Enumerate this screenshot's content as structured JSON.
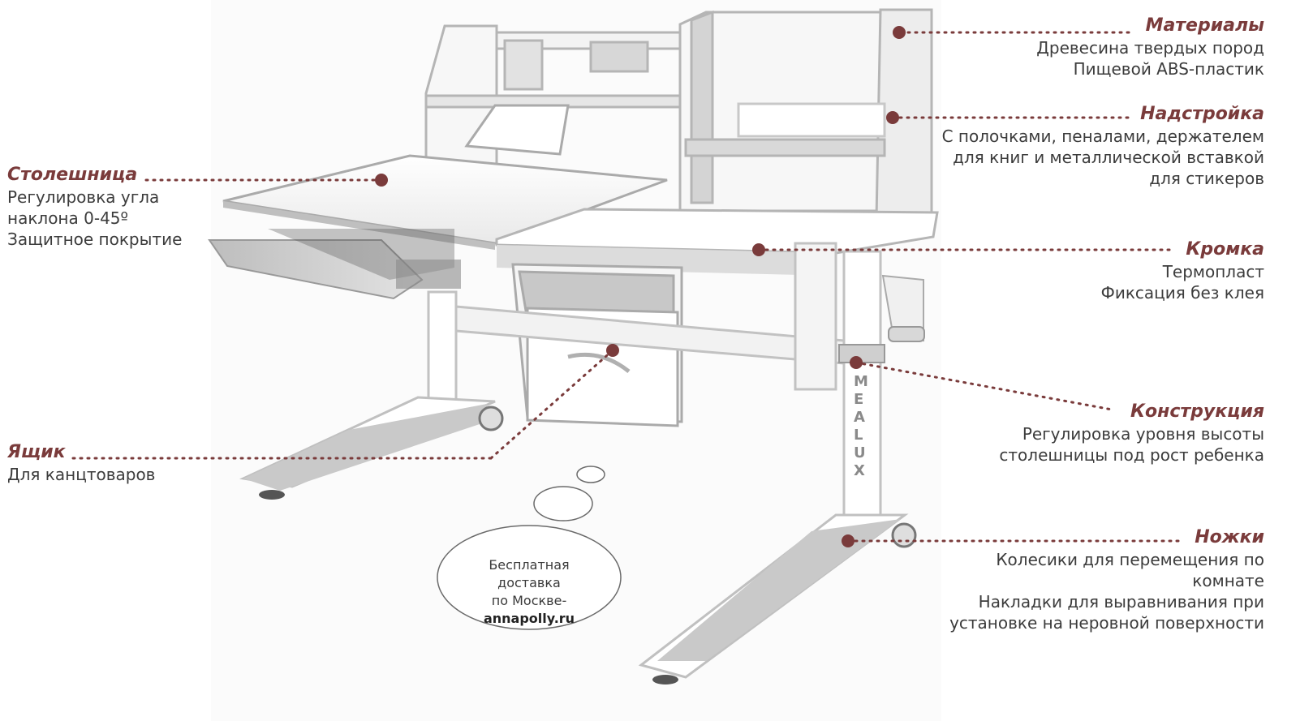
{
  "annotations": {
    "materials": {
      "title": "Материалы",
      "lines": [
        "Древесина твердых пород",
        "Пищевой ABS-пластик"
      ]
    },
    "superstructure": {
      "title": "Надстройка",
      "lines": [
        "С полочками, пеналами, держателем",
        "для книг и металлической вставкой",
        "для стикеров"
      ]
    },
    "tabletop": {
      "title": "Столешница",
      "lines": [
        "Регулировка угла",
        "наклона 0-45º",
        "Защитное покрытие"
      ]
    },
    "edge": {
      "title": "Кромка",
      "lines": [
        "Термопласт",
        "Фиксация без клея"
      ]
    },
    "construction": {
      "title": "Конструкция",
      "lines": [
        "Регулировка уровня высоты",
        "столешницы под рост ребенка"
      ]
    },
    "drawer": {
      "title": "Ящик",
      "lines": [
        "Для канцтоваров"
      ]
    },
    "legs": {
      "title": "Ножки",
      "lines": [
        "Колесики для перемещения по",
        "комнате",
        "Накладки для выравнивания при",
        "установке на неровной поверхности"
      ]
    }
  },
  "brand_on_leg": "MEALUX",
  "bubble": {
    "line1": "Бесплатная доставка",
    "line2": "по Москве-",
    "site": "annapolly.ru"
  },
  "colors": {
    "accent": "#7a3b3b",
    "text": "#3c3c3c",
    "dot": "#7a3b3b",
    "desk_gray": "#c9c9c9",
    "desk_outline": "#9a9a9a"
  }
}
